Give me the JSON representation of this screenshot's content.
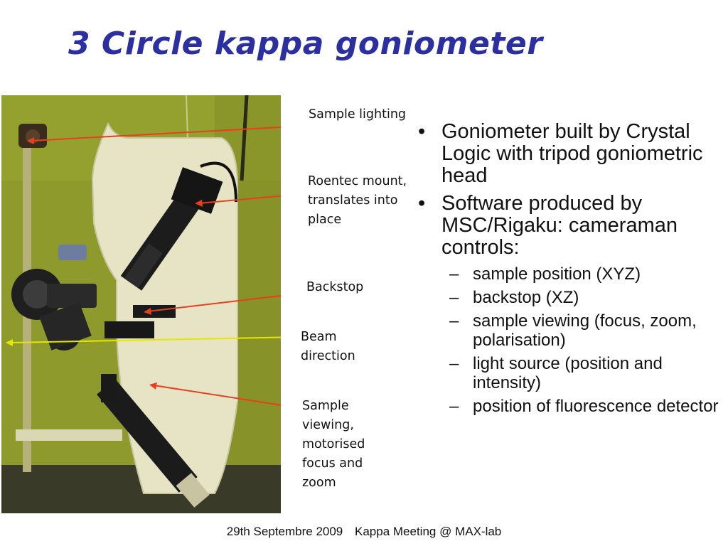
{
  "title": "3 Circle kappa goniometer",
  "callouts": {
    "sample_lighting": "Sample lighting",
    "roentec_mount": "Roentec mount,\ntranslates into\nplace",
    "backstop": "Backstop",
    "beam_direction": "Beam\ndirection",
    "sample_viewing": "Sample\nviewing,\nmotorised\nfocus and\nzoom"
  },
  "bullets": [
    {
      "text": "Goniometer built by Crystal Logic with tripod goniometric head",
      "sub": []
    },
    {
      "text": "Software produced by MSC/Rigaku: cameraman controls:",
      "sub": [
        "sample position (XYZ)",
        "backstop (XZ)",
        "sample viewing (focus, zoom, polarisation)",
        "light source (position and intensity)",
        "position of fluorescence detector"
      ]
    }
  ],
  "footer": {
    "date": "29th Septembre 2009",
    "event": "Kappa Meeting @ MAX-lab"
  },
  "colors": {
    "title": "#2b2f9f",
    "arrow_red": "#e8401e",
    "arrow_yellow": "#e6e600",
    "photo_background": "#8f9a2c"
  }
}
